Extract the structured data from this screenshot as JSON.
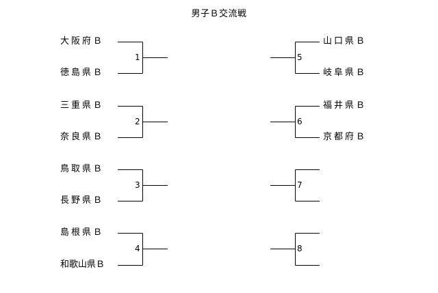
{
  "title": "男子Ｂ交流戦",
  "left_matches": [
    {
      "no": "1",
      "top": "大阪府Ｂ",
      "bottom": "徳島県Ｂ"
    },
    {
      "no": "2",
      "top": "三重県Ｂ",
      "bottom": "奈良県Ｂ"
    },
    {
      "no": "3",
      "top": "鳥取県Ｂ",
      "bottom": "長野県Ｂ"
    },
    {
      "no": "4",
      "top": "島根県Ｂ",
      "bottom": "和歌山県Ｂ"
    }
  ],
  "right_matches": [
    {
      "no": "5",
      "top": "山口県Ｂ",
      "bottom": "岐阜県Ｂ"
    },
    {
      "no": "6",
      "top": "福井県Ｂ",
      "bottom": "京都府Ｂ"
    },
    {
      "no": "7",
      "top": "",
      "bottom": ""
    },
    {
      "no": "8",
      "top": "",
      "bottom": ""
    }
  ]
}
